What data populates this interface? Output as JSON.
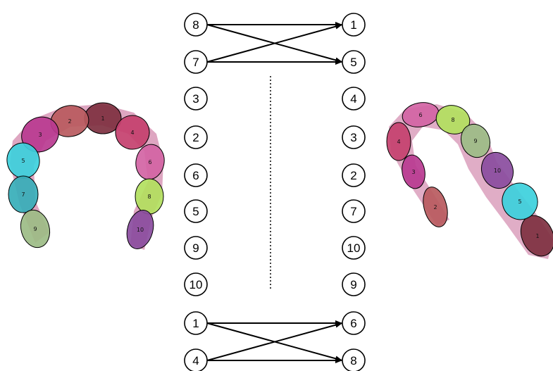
{
  "left_column": [
    "8",
    "7",
    "3",
    "2",
    "6",
    "5",
    "9",
    "10",
    "1",
    "4"
  ],
  "right_column": [
    "1",
    "5",
    "4",
    "3",
    "2",
    "7",
    "10",
    "9",
    "6",
    "8"
  ],
  "arrows": [
    {
      "from": "8",
      "to": "1"
    },
    {
      "from": "8",
      "to": "5"
    },
    {
      "from": "7",
      "to": "1"
    },
    {
      "from": "7",
      "to": "5"
    },
    {
      "from": "1",
      "to": "6"
    },
    {
      "from": "1",
      "to": "8"
    },
    {
      "from": "4",
      "to": "6"
    },
    {
      "from": "4",
      "to": "8"
    }
  ],
  "left_shape_segments": [
    {
      "label": "1",
      "color": "#7e3040"
    },
    {
      "label": "2",
      "color": "#b85a5e"
    },
    {
      "label": "3",
      "color": "#b83a90"
    },
    {
      "label": "4",
      "color": "#c4406e"
    },
    {
      "label": "5",
      "color": "#3cd0dc"
    },
    {
      "label": "6",
      "color": "#d264a4"
    },
    {
      "label": "7",
      "color": "#36aeb8"
    },
    {
      "label": "8",
      "color": "#b2e05e"
    },
    {
      "label": "9",
      "color": "#9cbc86"
    },
    {
      "label": "10",
      "color": "#8a4c9e"
    }
  ],
  "right_shape_segments": [
    {
      "label": "1",
      "color": "#7e3040"
    },
    {
      "label": "2",
      "color": "#b85a5e"
    },
    {
      "label": "3",
      "color": "#b83a90"
    },
    {
      "label": "4",
      "color": "#c4406e"
    },
    {
      "label": "5",
      "color": "#3cd0dc"
    },
    {
      "label": "6",
      "color": "#d264a4"
    },
    {
      "label": "8",
      "color": "#b2e05e"
    },
    {
      "label": "9",
      "color": "#9cbc86"
    },
    {
      "label": "10",
      "color": "#8a4c9e"
    }
  ]
}
